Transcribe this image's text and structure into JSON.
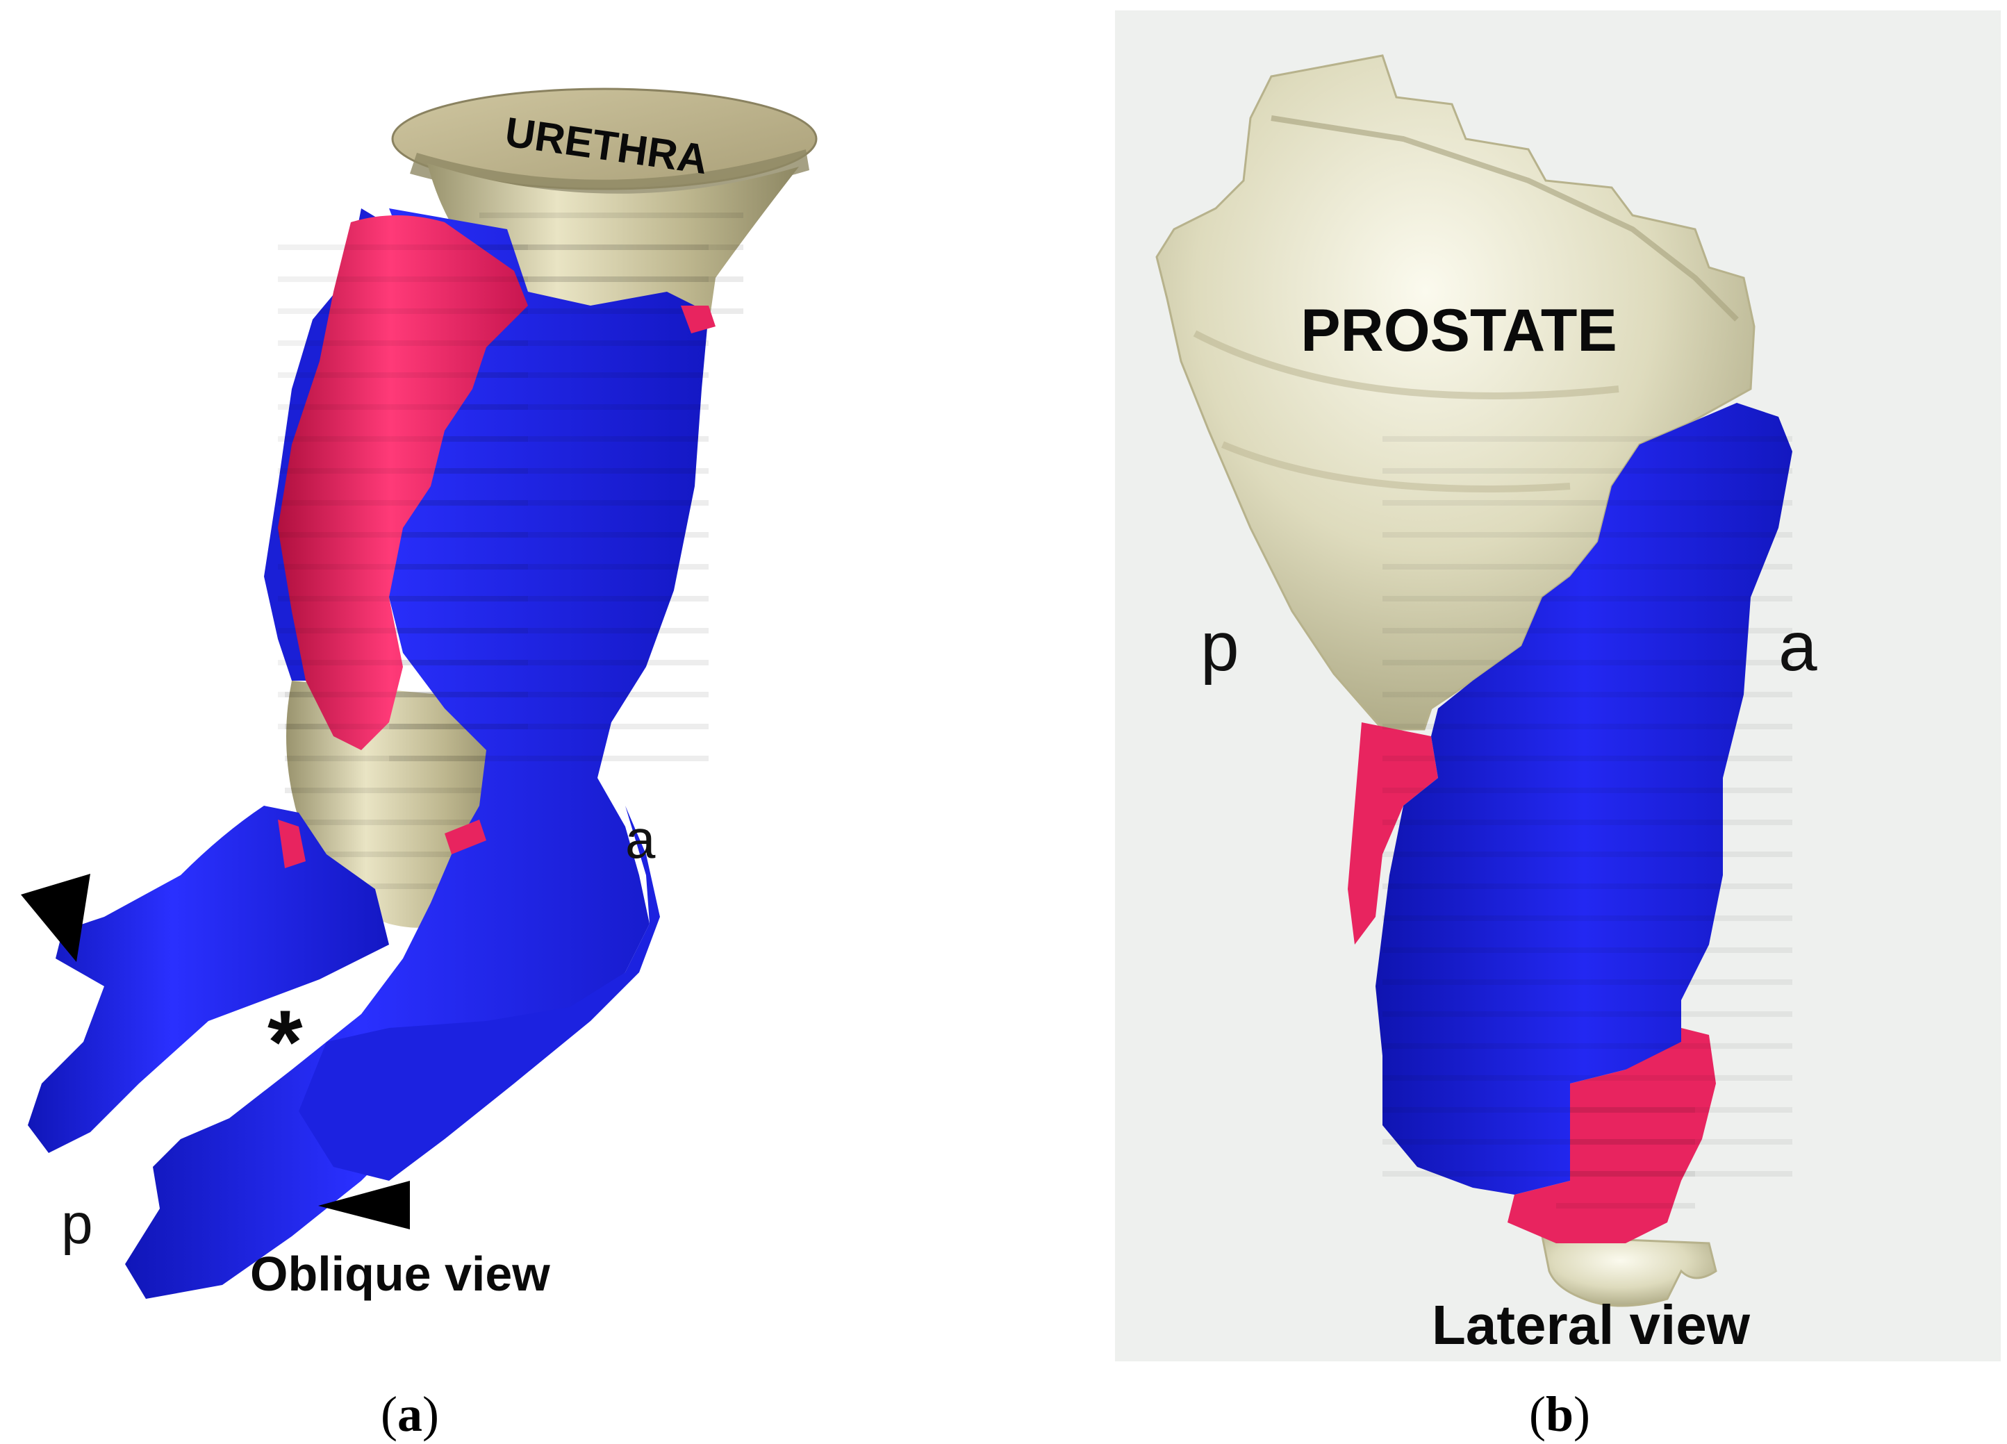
{
  "panel_a": {
    "organ_label": "URETHRA",
    "view_label": "Oblique view",
    "anterior_label": "a",
    "posterior_label": "p",
    "asterisk": "*",
    "caption_letter": "a"
  },
  "panel_b": {
    "organ_label": "PROSTATE",
    "view_label": "Lateral view",
    "anterior_label": "a",
    "posterior_label": "p",
    "caption_letter": "b"
  },
  "colors": {
    "urethra": "#cfc9a3",
    "prostate": "#dedbbd",
    "blue_structure": "#1f24e8",
    "red_structure": "#e8245f",
    "panel_b_background": "#eef0ee"
  },
  "icons": [
    "arrowhead-icon",
    "arrowhead-icon"
  ]
}
